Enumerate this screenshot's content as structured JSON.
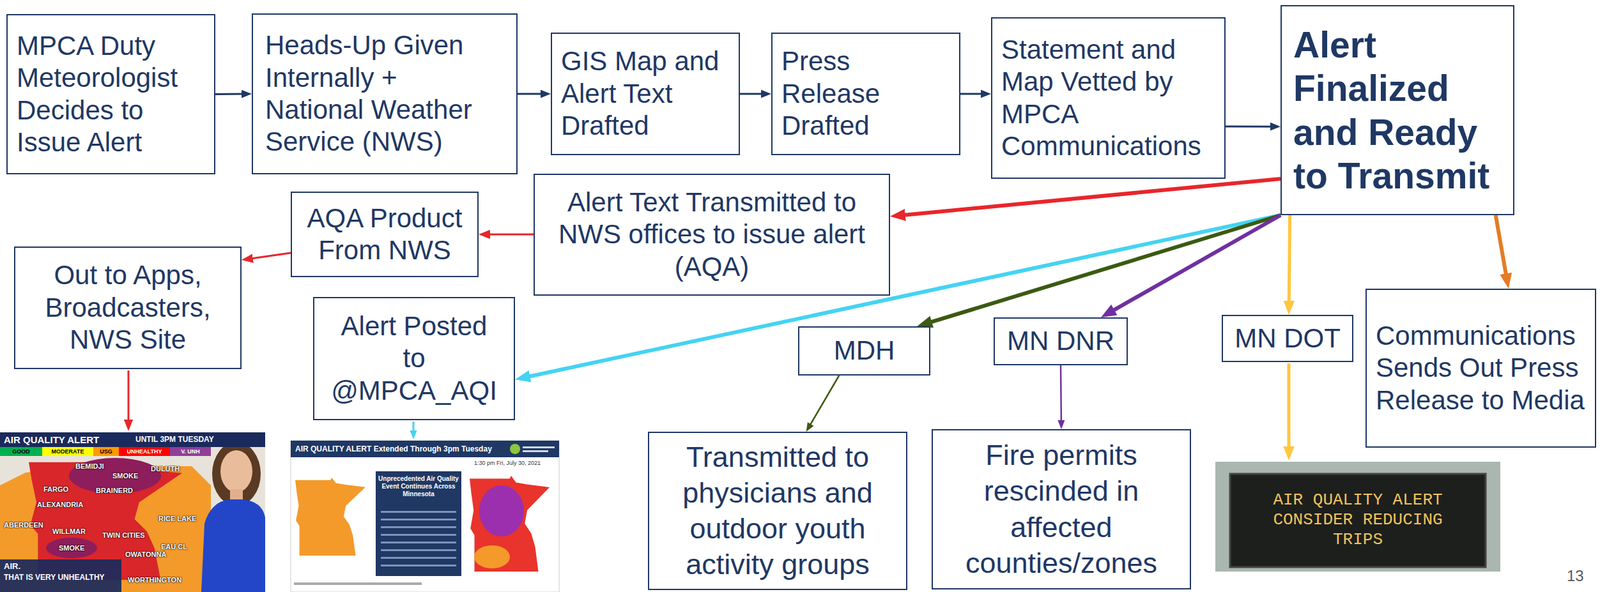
{
  "diagram": {
    "nodes": [
      {
        "text": [
          "MPCA Duty Meteorologist Decides to Issue Alert"
        ]
      },
      {
        "text": [
          "Heads-Up Given Internally + National Weather Service (NWS)"
        ]
      },
      {
        "text": [
          "GIS Map and Alert Text Drafted"
        ]
      },
      {
        "text": [
          "Press Release Drafted"
        ]
      },
      {
        "text": [
          "Statement and Map Vetted by MPCA Communications"
        ]
      },
      {
        "text": [
          "Alert Finalized and Ready to Transmit"
        ]
      },
      {
        "text": [
          "AQA Product From NWS"
        ]
      },
      {
        "text": [
          "Alert Text Transmitted to NWS offices to issue alert (AQA)"
        ]
      },
      {
        "text": [
          "Out to Apps, Broadcasters, NWS Site"
        ]
      },
      {
        "text": [
          "Alert Posted to @MPCA_AQI"
        ]
      },
      {
        "text": [
          "MDH"
        ]
      },
      {
        "text": [
          "MN DNR"
        ]
      },
      {
        "text": [
          "MN DOT"
        ]
      },
      {
        "text": [
          "Communications Sends Out Press Release to Media"
        ]
      },
      {
        "text": [
          "Transmitted to physicians and outdoor youth activity groups"
        ]
      },
      {
        "text": [
          "Fire permits rescinded in affected counties/zones"
        ]
      }
    ],
    "edges": [
      {
        "from": 0,
        "to": 1,
        "arrow": "to"
      },
      {
        "from": 1,
        "to": 2,
        "arrow": "to"
      },
      {
        "from": 2,
        "to": 3,
        "arrow": "to"
      },
      {
        "from": 3,
        "to": 4,
        "arrow": "to"
      },
      {
        "from": 4,
        "to": 5,
        "arrow": "to"
      },
      {
        "from": 5,
        "to": 7,
        "arrow": "to"
      },
      {
        "from": 7,
        "to": 6,
        "arrow": "to"
      },
      {
        "from": 6,
        "to": 8,
        "arrow": "to"
      },
      {
        "from": 5,
        "to": 9,
        "arrow": "to"
      },
      {
        "from": 5,
        "to": 10,
        "arrow": "to"
      },
      {
        "from": 5,
        "to": 11,
        "arrow": "to"
      },
      {
        "from": 5,
        "to": 12,
        "arrow": "to"
      },
      {
        "from": 5,
        "to": 13,
        "arrow": "to"
      },
      {
        "from": 10,
        "to": 14,
        "arrow": "to"
      },
      {
        "from": 11,
        "to": 15,
        "arrow": "to"
      }
    ],
    "labels": [
      "AIR QUALITY ALERT",
      "UNTIL 3PM TUESDAY",
      "GOOD",
      "MODERATE",
      "USG",
      "UNHEALTHY",
      "V. UNH",
      "FARGO",
      "BEMIDJI",
      "SMOKE",
      "DULUTH",
      "BRAINERD",
      "ALEXANDRIA",
      "ABERDEEN",
      "WILLMAR",
      "RICE LAKE",
      "TWIN CITIES",
      "EAU CL",
      "SMOKE",
      "OWATONNA",
      "WORTHINGTON",
      "AIR.",
      "THAT IS VERY UNHEALTHY",
      "AIR QUALITY ALERT Extended Through 3pm Tuesday",
      "1:30 pm Fri, July 30, 2021",
      "Unprecedented Air Quality Event Continues Across Minnesota",
      "AIR QUALITY ALERT CONSIDER REDUCING TRIPS",
      "13"
    ]
  }
}
